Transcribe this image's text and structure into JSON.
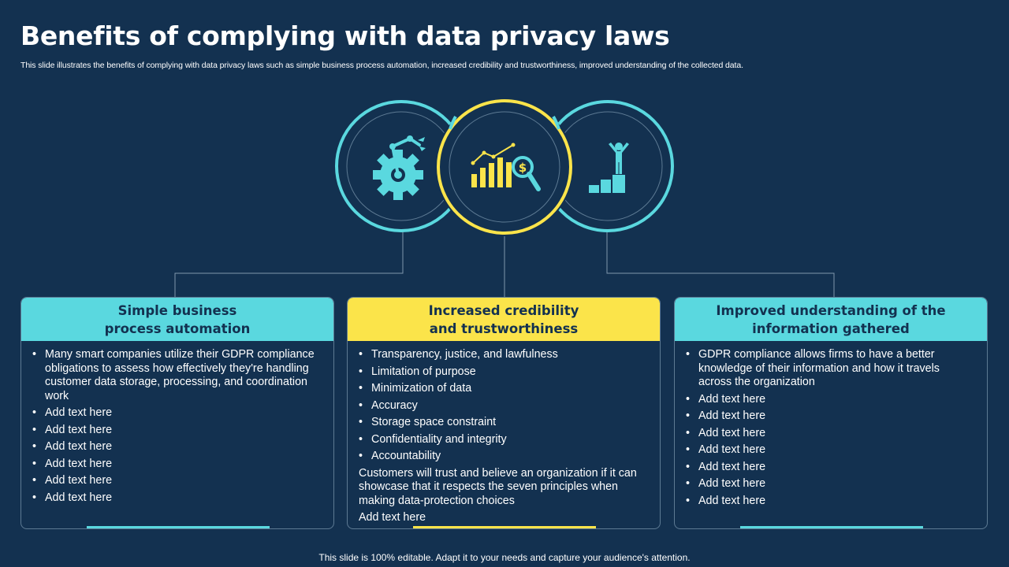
{
  "title": "Benefits of complying with data privacy laws",
  "subtitle": "This slide illustrates the benefits of complying with data privacy  laws such as simple business process automation, increased credibility and trustworthiness, improved understanding of the collected data.",
  "colors": {
    "background": "#133150",
    "teal": "#5ad8df",
    "yellow": "#fbe44a",
    "border": "#5d7a93"
  },
  "icons": [
    "robotic-arm-gear-icon",
    "bar-chart-dollar-magnifier-icon",
    "person-on-podium-icon"
  ],
  "cards": [
    {
      "heading": "Simple business\nprocess automation",
      "bullets": [
        "Many smart companies utilize their GDPR compliance obligations to assess how effectively they're handling customer data storage, processing, and coordination work",
        "Add text here",
        "Add text here",
        "Add text here",
        "Add text here",
        "Add text here",
        "Add text here"
      ]
    },
    {
      "heading": "Increased credibility\nand trustworthiness",
      "bullets": [
        "Transparency, justice, and lawfulness",
        "Limitation of purpose",
        "Minimization of data",
        "Accuracy",
        "Storage space constraint",
        "Confidentiality and integrity",
        "Accountability"
      ],
      "paragraph": "Customers will trust and believe an organization if it can showcase that it respects the seven principles when making data-protection choices",
      "extra": "Add text here"
    },
    {
      "heading": "Improved understanding of the\ninformation gathered",
      "bullets": [
        "GDPR compliance allows firms to have a better knowledge of their information and how it travels across the organization",
        "Add text here",
        "Add text here",
        "Add text here",
        "Add text here",
        "Add text here",
        "Add text here",
        "Add text here"
      ]
    }
  ],
  "footer": "This slide is 100% editable. Adapt it to your needs and capture your audience's attention."
}
